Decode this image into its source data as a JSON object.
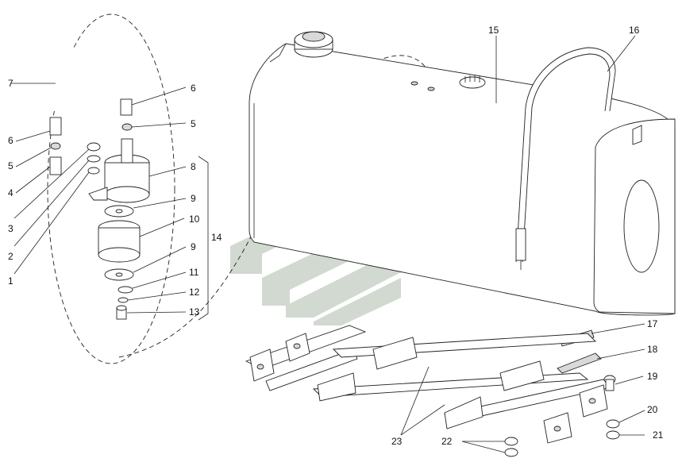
{
  "callouts": [
    {
      "id": "c1",
      "text": "1"
    },
    {
      "id": "c2",
      "text": "2"
    },
    {
      "id": "c3",
      "text": "3"
    },
    {
      "id": "c4",
      "text": "4"
    },
    {
      "id": "c5a",
      "text": "5"
    },
    {
      "id": "c5b",
      "text": "5"
    },
    {
      "id": "c6a",
      "text": "6"
    },
    {
      "id": "c6b",
      "text": "6"
    },
    {
      "id": "c7",
      "text": "7"
    },
    {
      "id": "c8",
      "text": "8"
    },
    {
      "id": "c9a",
      "text": "9"
    },
    {
      "id": "c9b",
      "text": "9"
    },
    {
      "id": "c10",
      "text": "10"
    },
    {
      "id": "c11",
      "text": "11"
    },
    {
      "id": "c12",
      "text": "12"
    },
    {
      "id": "c13",
      "text": "13"
    },
    {
      "id": "c14",
      "text": "14"
    },
    {
      "id": "c15",
      "text": "15"
    },
    {
      "id": "c16",
      "text": "16"
    },
    {
      "id": "c17",
      "text": "17"
    },
    {
      "id": "c18",
      "text": "18"
    },
    {
      "id": "c19",
      "text": "19"
    },
    {
      "id": "c20",
      "text": "20"
    },
    {
      "id": "c21",
      "text": "21"
    },
    {
      "id": "c22",
      "text": "22"
    },
    {
      "id": "c23",
      "text": "23"
    }
  ],
  "watermark": {
    "kind": "stylized chevron logo",
    "color": "#c9d3c9"
  }
}
